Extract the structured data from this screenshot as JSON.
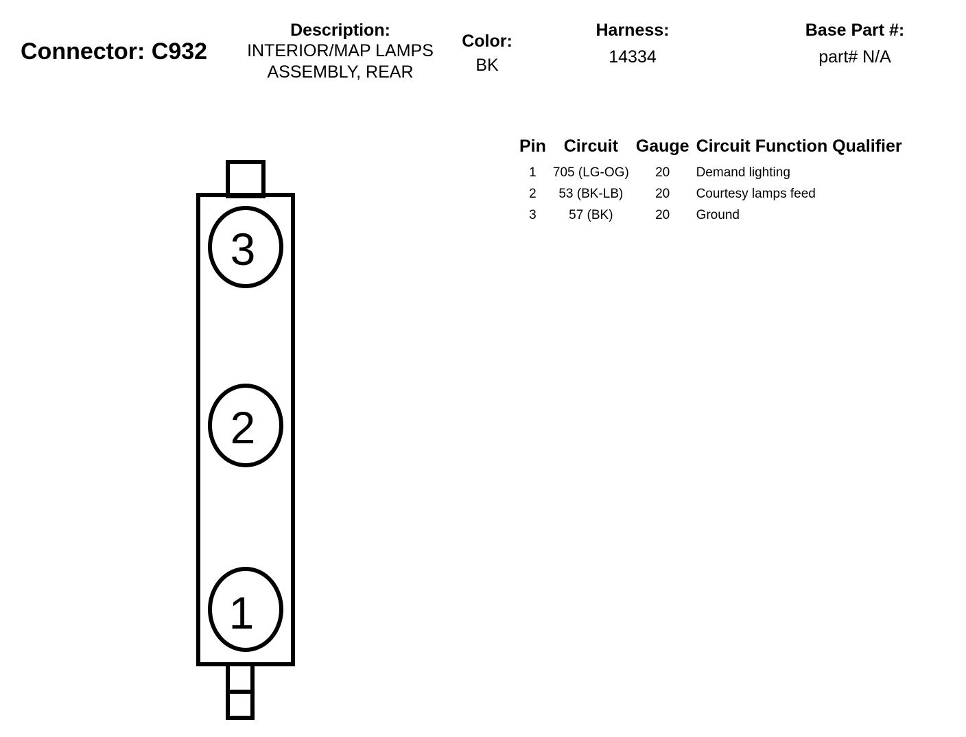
{
  "connector": {
    "label": "Connector:",
    "id": "C932"
  },
  "description": {
    "label": "Description:",
    "lines": [
      "INTERIOR/MAP LAMPS",
      "ASSEMBLY, REAR"
    ]
  },
  "color": {
    "label": "Color:",
    "value": "BK"
  },
  "harness": {
    "label": "Harness:",
    "value": "14334"
  },
  "base_part": {
    "label": "Base Part #:",
    "value": "part# N/A"
  },
  "table": {
    "headers": [
      "Pin",
      "Circuit",
      "Gauge",
      "Circuit Function Qualifier"
    ],
    "rows": [
      {
        "pin": "1",
        "circuit": "705 (LG-OG)",
        "gauge": "20",
        "function": "Demand lighting"
      },
      {
        "pin": "2",
        "circuit": "53 (BK-LB)",
        "gauge": "20",
        "function": "Courtesy lamps feed"
      },
      {
        "pin": "3",
        "circuit": "57 (BK)",
        "gauge": "20",
        "function": "Ground"
      }
    ]
  },
  "diagram": {
    "pins": [
      "3",
      "2",
      "1"
    ],
    "stroke_color": "#000000"
  }
}
